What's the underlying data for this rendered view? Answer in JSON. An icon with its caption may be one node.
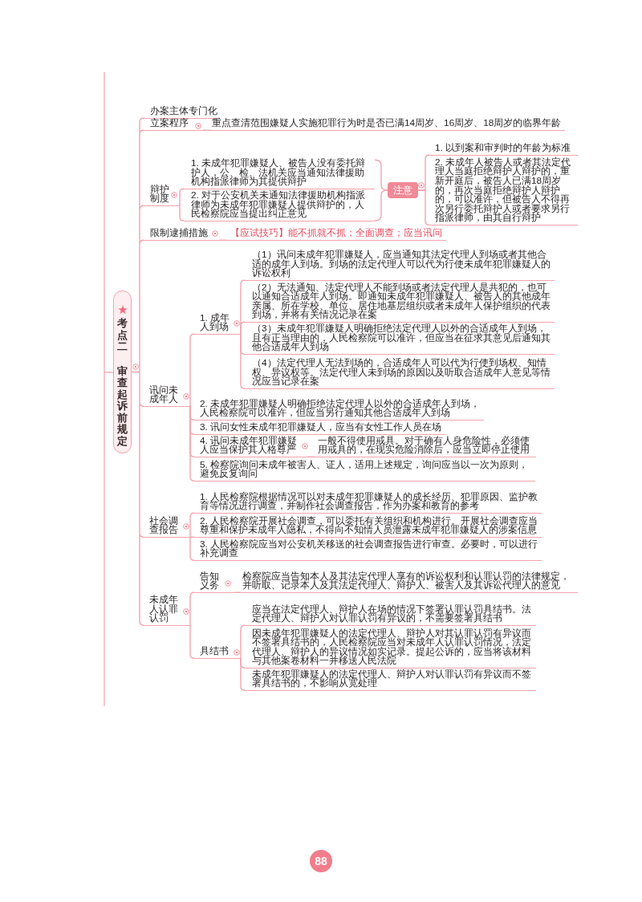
{
  "diagram": {
    "nodes": [
      {
        "text": [
          "考点二",
          "审查起诉前规定"
        ]
      },
      {
        "text": [
          "办案主体专门化"
        ]
      },
      {
        "text": [
          "立案程序"
        ]
      },
      {
        "text": [
          "重点查清范围嫌疑人实施犯罪行为时是否已满14周岁、16周岁、18周岁的临界年龄"
        ]
      },
      {
        "text": [
          "辩护制度"
        ]
      },
      {
        "text": [
          "1. 未成年犯罪嫌疑人、被告人没有委托辩护人，公、检、法机关应当通知法律援助机构指派律师为其提供辩护"
        ]
      },
      {
        "text": [
          "2. 对于公安机关未通知法律援助机构指派律师为未成年犯罪嫌疑人提供辩护的，人民检察院应当提出纠正意见"
        ]
      },
      {
        "text": [
          "注意"
        ]
      },
      {
        "text": [
          "1. 以到案和审判时的年龄为标准"
        ]
      },
      {
        "text": [
          "2. 未成年人被告人或者其法定代理人当庭拒绝辩护人辩护的，重新开庭后，被告人已满18周岁的，再次当庭拒绝辩护人辩护的，可以准许，但被告人不得再次另行委托辩护人或者要求另行指派律师，由其自行辩护"
        ]
      },
      {
        "text": [
          "限制逮捕措施"
        ]
      },
      {
        "text": [
          "【应试技巧】能不抓就不抓；全面调查；应当讯问"
        ]
      },
      {
        "text": [
          "讯问未成年人"
        ]
      },
      {
        "text": [
          "1. 成年人到场"
        ]
      },
      {
        "text": [
          "（1）讯问未成年犯罪嫌疑人，应当通知其法定代理人到场或者其他合适的成年人到场。到场的法定代理人可以代为行使未成年犯罪嫌疑人的诉讼权利"
        ]
      },
      {
        "text": [
          "（2）无法通知、法定代理人不能到场或者法定代理人是共犯的，也可以通知合适成年人到场。即通知未成年犯罪嫌疑人、被告人的其他成年亲属、所在学校、单位、居住地基层组织或者未成年人保护组织的代表到场，并将有关情况记录在案"
        ]
      },
      {
        "text": [
          "（3）未成年犯罪嫌疑人明确拒绝法定代理人以外的合适成年人到场，且有正当理由的，人民检察院可以准许，但应当在征求其意见后通知其他合适成年人到场"
        ]
      },
      {
        "text": [
          "（4）法定代理人无法到场的，合适成年人可以代为行使到场权、知情权、异议权等。法定代理人未到场的原因以及听取合适成年人意见等情况应当记录在案"
        ]
      },
      {
        "text": [
          "2. 未成年犯罪嫌疑人明确拒绝法定代理人以外的合适成年人到场，人民检察院可以准许，但应当另行通知其他合适成年人到场"
        ]
      },
      {
        "text": [
          "3. 讯问女性未成年犯罪嫌疑人，应当有女性工作人员在场"
        ]
      },
      {
        "text": [
          "4. 讯问未成年犯罪嫌疑人应当保护其人格尊严"
        ]
      },
      {
        "text": [
          "一般不得使用戒具。对于确有人身危险性，必须使用戒具的，在现实危险消除后，应当立即停止使用"
        ]
      },
      {
        "text": [
          "5. 检察院询问未成年被害人、证人，适用上述规定，询问应当以一次为原则，避免反复询问"
        ]
      },
      {
        "text": [
          "社会调查报告"
        ]
      },
      {
        "text": [
          "1. 人民检察院根据情况可以对未成年犯罪嫌疑人的成长经历、犯罪原因、监护教育等情况进行调查，并制作社会调查报告，作为办案和教育的参考"
        ]
      },
      {
        "text": [
          "2. 人民检察院开展社会调查，可以委托有关组织和机构进行。开展社会调查应当尊重和保护未成年人隐私，不得向不知情人员泄露未成年犯罪嫌疑人的涉案信息"
        ]
      },
      {
        "text": [
          "3. 人民检察院应当对公安机关移送的社会调查报告进行审查。必要时，可以进行补充调查"
        ]
      },
      {
        "text": [
          "未成年人认罪认罚"
        ]
      },
      {
        "text": [
          "告知义务"
        ]
      },
      {
        "text": [
          "检察院应当告知本人及其法定代理人享有的诉讼权利和认罪认罚的法律规定，并听取、记录本人及其法定代理人、辩护人、被害人及其诉讼代理人的意见"
        ]
      },
      {
        "text": [
          "具结书"
        ]
      },
      {
        "text": [
          "应当在法定代理人、辩护人在场的情况下签署认罪认罚具结书。法定代理人、辩护人对认罪认罚有异议的，不需要签署具结书"
        ]
      },
      {
        "text": [
          "因未成年犯罪嫌疑人的法定代理人、辩护人对其认罪认罚有异议而不签署具结书的，人民检察院应当对未成年人认罪认罚情况，法定代理人、辩护人的异议情况如实记录。提起公诉的，应当将该材料与其他案卷材料一并移送人民法院"
        ]
      },
      {
        "text": [
          "未成年犯罪嫌疑人的法定代理人、辩护人对认罪认罚有异议而不签署具结书的，不影响从宽处理"
        ]
      }
    ],
    "edges": [
      {
        "from": 0,
        "to": 1,
        "arrow": "none"
      },
      {
        "from": 0,
        "to": 2,
        "arrow": "none"
      },
      {
        "from": 2,
        "to": 3,
        "arrow": "none"
      },
      {
        "from": 0,
        "to": 4,
        "arrow": "none"
      },
      {
        "from": 4,
        "to": 5,
        "arrow": "none"
      },
      {
        "from": 4,
        "to": 6,
        "arrow": "none"
      },
      {
        "from": 5,
        "to": 7,
        "arrow": "none"
      },
      {
        "from": 6,
        "to": 7,
        "arrow": "none"
      },
      {
        "from": 7,
        "to": 8,
        "arrow": "none"
      },
      {
        "from": 7,
        "to": 9,
        "arrow": "none"
      },
      {
        "from": 0,
        "to": 10,
        "arrow": "none"
      },
      {
        "from": 10,
        "to": 11,
        "arrow": "none"
      },
      {
        "from": 0,
        "to": 12,
        "arrow": "none"
      },
      {
        "from": 12,
        "to": 13,
        "arrow": "none"
      },
      {
        "from": 13,
        "to": 14,
        "arrow": "none"
      },
      {
        "from": 13,
        "to": 15,
        "arrow": "none"
      },
      {
        "from": 13,
        "to": 16,
        "arrow": "none"
      },
      {
        "from": 13,
        "to": 17,
        "arrow": "none"
      },
      {
        "from": 12,
        "to": 18,
        "arrow": "none"
      },
      {
        "from": 12,
        "to": 19,
        "arrow": "none"
      },
      {
        "from": 12,
        "to": 20,
        "arrow": "none"
      },
      {
        "from": 20,
        "to": 21,
        "arrow": "none"
      },
      {
        "from": 12,
        "to": 22,
        "arrow": "none"
      },
      {
        "from": 0,
        "to": 23,
        "arrow": "none"
      },
      {
        "from": 23,
        "to": 24,
        "arrow": "none"
      },
      {
        "from": 23,
        "to": 25,
        "arrow": "none"
      },
      {
        "from": 23,
        "to": 26,
        "arrow": "none"
      },
      {
        "from": 0,
        "to": 27,
        "arrow": "none"
      },
      {
        "from": 27,
        "to": 28,
        "arrow": "none"
      },
      {
        "from": 28,
        "to": 29,
        "arrow": "none"
      },
      {
        "from": 27,
        "to": 30,
        "arrow": "none"
      },
      {
        "from": 30,
        "to": 31,
        "arrow": "none"
      },
      {
        "from": 30,
        "to": 32,
        "arrow": "none"
      },
      {
        "from": 30,
        "to": 33,
        "arrow": "none"
      }
    ],
    "labels": [
      "88"
    ]
  }
}
